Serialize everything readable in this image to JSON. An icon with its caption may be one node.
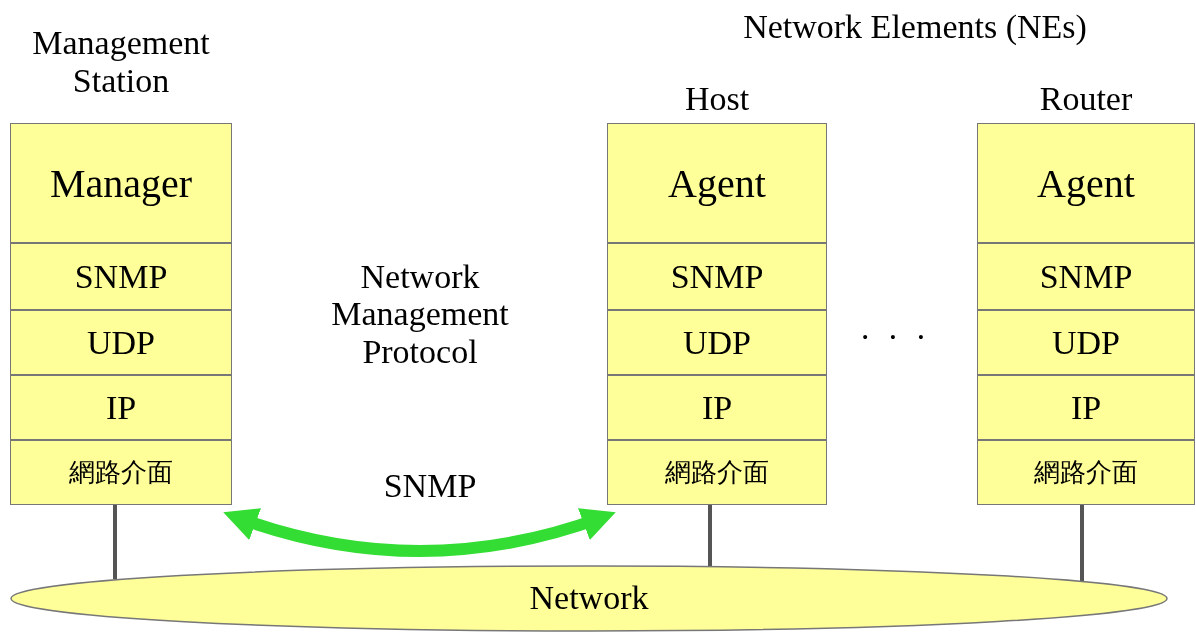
{
  "diagram": {
    "nodes": [
      {
        "text": [
          "Management Station"
        ]
      },
      {
        "text": [
          "Manager"
        ],
        "in": 0
      },
      {
        "text": [
          "SNMP"
        ],
        "in": 0
      },
      {
        "text": [
          "UDP"
        ],
        "in": 0
      },
      {
        "text": [
          "IP"
        ],
        "in": 0
      },
      {
        "text": [
          "網路介面"
        ],
        "in": 0
      },
      {
        "text": [
          "Host"
        ]
      },
      {
        "text": [
          "Agent"
        ],
        "in": 6
      },
      {
        "text": [
          "SNMP"
        ],
        "in": 6
      },
      {
        "text": [
          "UDP"
        ],
        "in": 6
      },
      {
        "text": [
          "IP"
        ],
        "in": 6
      },
      {
        "text": [
          "網路介面"
        ],
        "in": 6
      },
      {
        "text": [
          "Router"
        ]
      },
      {
        "text": [
          "Agent"
        ],
        "in": 12
      },
      {
        "text": [
          "SNMP"
        ],
        "in": 12
      },
      {
        "text": [
          "UDP"
        ],
        "in": 12
      },
      {
        "text": [
          "IP"
        ],
        "in": 12
      },
      {
        "text": [
          "網路介面"
        ],
        "in": 12
      },
      {
        "text": [
          "Network"
        ]
      }
    ],
    "edges": [
      {
        "from": 0,
        "to": 6,
        "arrow": "both",
        "label": "SNMP",
        "style": "thick",
        "color": "#33dd33"
      },
      {
        "from": 5,
        "to": 18,
        "arrow": "none"
      },
      {
        "from": 11,
        "to": 18,
        "arrow": "none"
      },
      {
        "from": 17,
        "to": 18,
        "arrow": "none"
      }
    ],
    "labels": [
      "Network Elements (NEs)",
      "Network Management Protocol",
      "· · ·"
    ]
  }
}
